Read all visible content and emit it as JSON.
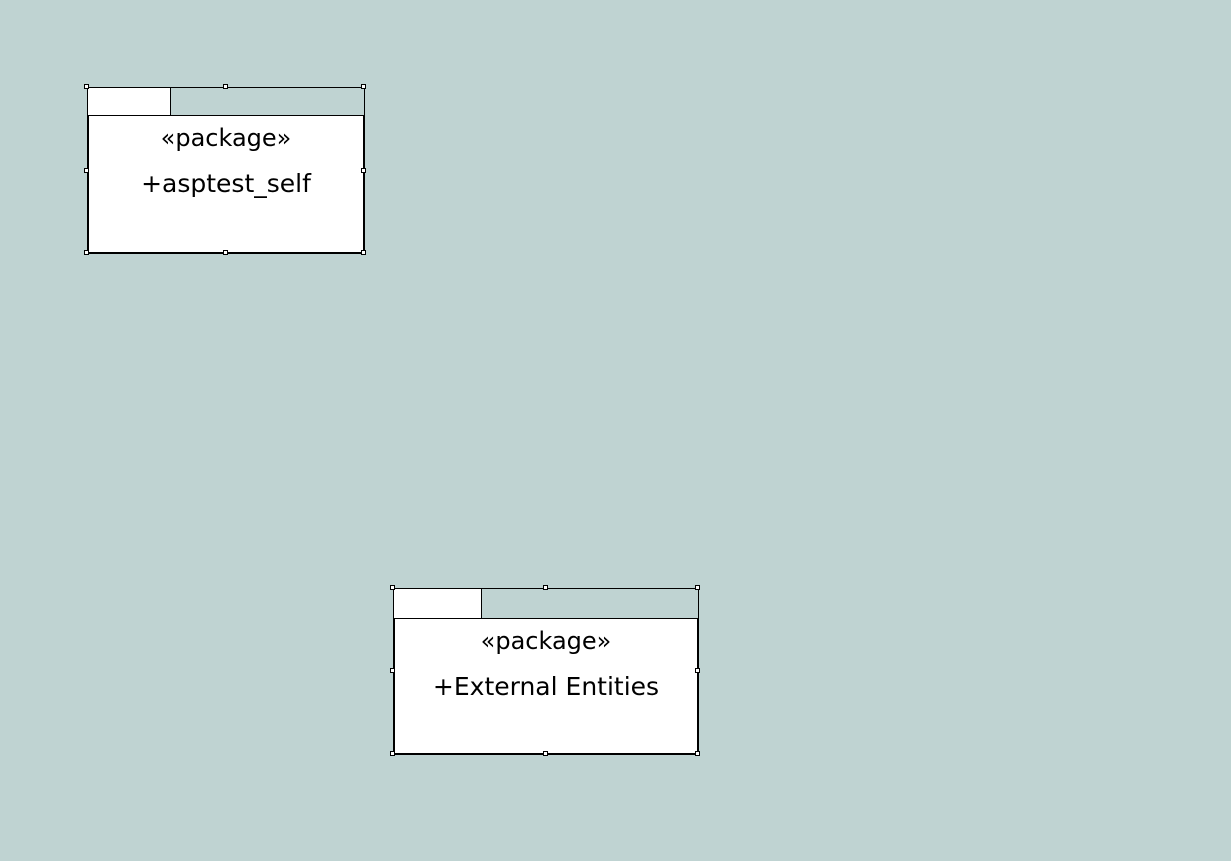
{
  "diagram": {
    "background_color": "#bfd3d2",
    "packages": [
      {
        "stereotype": "«package»",
        "name": "+asptest_self",
        "selected": true
      },
      {
        "stereotype": "«package»",
        "name": "+External Entities",
        "selected": true
      }
    ]
  }
}
